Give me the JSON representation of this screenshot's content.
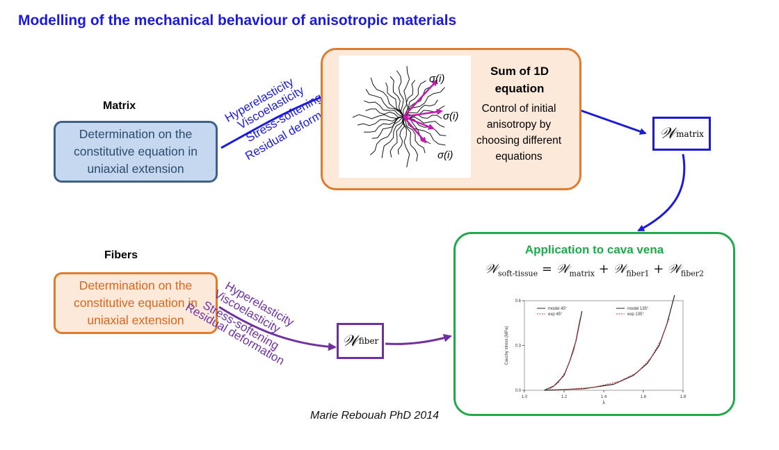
{
  "title": "Modelling of the mechanical behaviour of anisotropic materials",
  "matrix": {
    "label": "Matrix",
    "box_text": "Determination on the constitutive equation in uniaxial extension",
    "properties": [
      "Hyperelasticity",
      "Viscoelasticity",
      "Stress-softening",
      "Residual deformation"
    ]
  },
  "fibers": {
    "label": "Fibers",
    "box_text": "Determination on the constitutive equation in uniaxial extension",
    "properties": [
      "Hyperelasticity",
      "Viscoelasticity",
      "Stress-softening",
      "Residual deformation"
    ]
  },
  "sum_box": {
    "heading": "Sum of 1D equation",
    "body": "Control of initial anisotropy by choosing different equations",
    "sigma_label": "σ(i)"
  },
  "symbols": {
    "w": "𝒲",
    "matrix_sub": "matrix",
    "fiber_sub": "fiber"
  },
  "application": {
    "title": "Application to cava vena",
    "equation": {
      "w": "𝒲",
      "lhs_sub": "soft-tissue",
      "eq": " = ",
      "t1_sub": "matrix",
      "plus": " + ",
      "t2_sub": "fiber1",
      "t3_sub": "fiber2"
    }
  },
  "chart_data": {
    "type": "line",
    "xlabel": "λ",
    "ylabel": "Cauchy stress (MPa)",
    "xlim": [
      1.0,
      1.8
    ],
    "ylim": [
      0.0,
      0.6
    ],
    "xticks": [
      "1.0",
      "1.2",
      "1.4",
      "1.6",
      "1.8"
    ],
    "yticks": [
      "0.0",
      "0.3",
      "0.6"
    ],
    "legend_left": [
      "model 45°",
      "exp 45°"
    ],
    "legend_right": [
      "model 135°",
      "exp 135°"
    ],
    "series": [
      {
        "name": "model 45°",
        "color": "#222222",
        "x": [
          1.1,
          1.15,
          1.2,
          1.23,
          1.26,
          1.29
        ],
        "y": [
          0.0,
          0.03,
          0.1,
          0.2,
          0.33,
          0.53
        ]
      },
      {
        "name": "exp 45°",
        "color": "#e03030",
        "x": [
          1.12,
          1.17,
          1.21,
          1.25,
          1.28
        ],
        "y": [
          0.0,
          0.05,
          0.13,
          0.27,
          0.48
        ]
      },
      {
        "name": "model 135°",
        "color": "#222222",
        "x": [
          1.1,
          1.3,
          1.45,
          1.55,
          1.62,
          1.68,
          1.72,
          1.76
        ],
        "y": [
          0.0,
          0.01,
          0.04,
          0.1,
          0.18,
          0.3,
          0.45,
          0.65
        ]
      },
      {
        "name": "exp 135°",
        "color": "#e03030",
        "x": [
          1.15,
          1.35,
          1.48,
          1.57,
          1.64,
          1.69,
          1.73
        ],
        "y": [
          0.0,
          0.02,
          0.06,
          0.12,
          0.22,
          0.34,
          0.48
        ]
      }
    ]
  },
  "credit": "Marie Rebouah PhD 2014"
}
